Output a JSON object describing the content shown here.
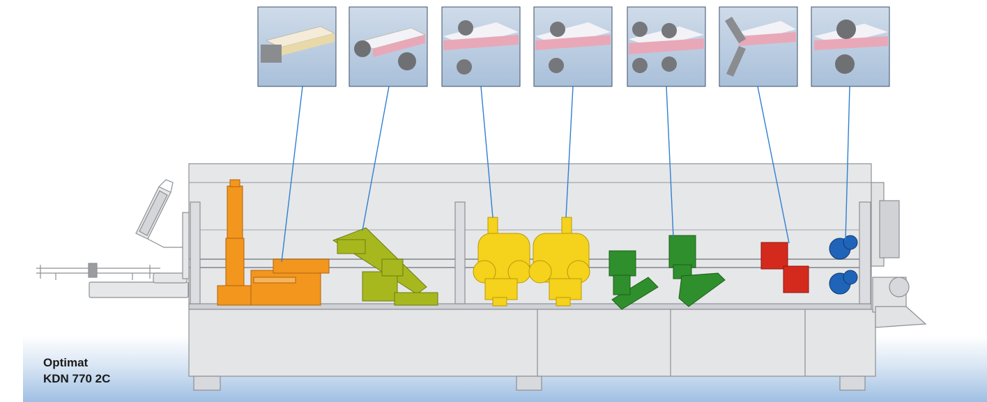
{
  "caption": {
    "line1": "Optimat",
    "line2": "KDN 770 2C"
  },
  "colors": {
    "callout_line": "#2f7fd0",
    "thumbnail_bg": "#b9cde3",
    "panel_edge": "#e8a8b8",
    "machine_body": "#e3e4e6",
    "unit_orange": "#f2961e",
    "unit_olive": "#a7b81e",
    "unit_yellow": "#f5d21c",
    "unit_green": "#2f8f2c",
    "unit_red": "#d42a1e",
    "unit_blue": "#1f64b8"
  },
  "process_units": [
    {
      "id": "pre-milling",
      "color": "unit_orange",
      "thumbnail_icon": "pre-milling-cutter-icon"
    },
    {
      "id": "pressure-rollers",
      "color": "unit_olive",
      "thumbnail_icon": "pressure-roller-icon"
    },
    {
      "id": "end-trimming-1",
      "color": "unit_yellow",
      "thumbnail_icon": "trimming-cutter-icon"
    },
    {
      "id": "end-trimming-2",
      "color": "unit_yellow",
      "thumbnail_icon": "trimming-cutter-icon"
    },
    {
      "id": "profile-trimming",
      "color": "unit_green",
      "thumbnail_icon": "profile-cutter-icon"
    },
    {
      "id": "scraping",
      "color": "unit_red",
      "thumbnail_icon": "scraper-icon"
    },
    {
      "id": "buffing",
      "color": "unit_blue",
      "thumbnail_icon": "buffing-wheel-icon"
    }
  ]
}
